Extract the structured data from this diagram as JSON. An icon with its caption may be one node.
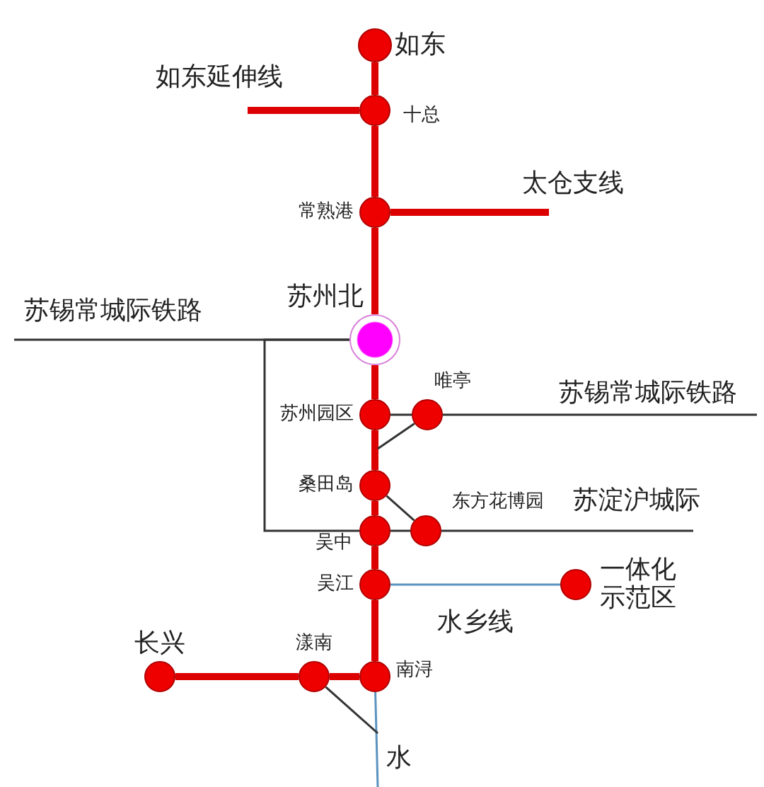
{
  "diagram": {
    "nodes": [
      {
        "text": [],
        "shape": "circle",
        "beside": [
          "如东"
        ]
      },
      {
        "text": [],
        "shape": "circle",
        "beside": [
          "十总"
        ]
      },
      {
        "text": [],
        "shape": "circle",
        "beside": [
          "常熟港"
        ]
      },
      {
        "text": [],
        "shape": "circle",
        "beside": [
          "苏州北"
        ]
      },
      {
        "text": [],
        "shape": "circle",
        "beside": [
          "苏州园区"
        ]
      },
      {
        "text": [],
        "shape": "circle",
        "beside": [
          "唯亭"
        ]
      },
      {
        "text": [],
        "shape": "circle",
        "beside": [
          "桑田岛"
        ]
      },
      {
        "text": [],
        "shape": "circle",
        "beside": [
          "吴中"
        ]
      },
      {
        "text": [],
        "shape": "circle",
        "beside": [
          "东方花博园"
        ]
      },
      {
        "text": [],
        "shape": "circle",
        "beside": [
          "吴江"
        ]
      },
      {
        "text": [],
        "shape": "circle",
        "beside": [
          "一体化示范区"
        ]
      },
      {
        "text": [],
        "shape": "circle",
        "beside": [
          "长兴"
        ]
      },
      {
        "text": [],
        "shape": "circle",
        "beside": [
          "漾南"
        ]
      },
      {
        "text": [],
        "shape": "circle",
        "beside": [
          "南浔"
        ]
      }
    ],
    "edges": [
      {
        "from": 0,
        "to": 1,
        "arrow": "none"
      },
      {
        "from": 1,
        "to": 2,
        "arrow": "none"
      },
      {
        "from": 2,
        "to": 3,
        "arrow": "none"
      },
      {
        "from": 3,
        "to": 4,
        "arrow": "none"
      },
      {
        "from": 4,
        "to": 6,
        "arrow": "none"
      },
      {
        "from": 6,
        "to": 7,
        "arrow": "none"
      },
      {
        "from": 7,
        "to": 9,
        "arrow": "none"
      },
      {
        "from": 9,
        "to": 13,
        "arrow": "none"
      },
      {
        "from": 13,
        "to": 12,
        "arrow": "none"
      },
      {
        "from": 12,
        "to": 11,
        "arrow": "none"
      },
      {
        "from": 1,
        "to": null,
        "arrow": "none",
        "label": "如东延伸线"
      },
      {
        "from": 2,
        "to": null,
        "arrow": "none",
        "label": "太仓支线"
      },
      {
        "from": 3,
        "to": null,
        "arrow": "none",
        "color": "#333333",
        "label": "苏锡常城际铁路"
      },
      {
        "from": 3,
        "to": 7,
        "arrow": "none",
        "color": "#333333"
      },
      {
        "from": 4,
        "to": 5,
        "arrow": "none",
        "color": "#333333"
      },
      {
        "from": 5,
        "to": null,
        "arrow": "none",
        "color": "#333333",
        "label": "苏锡常城际铁路"
      },
      {
        "from": 5,
        "to": null,
        "arrow": "none",
        "color": "#333333"
      },
      {
        "from": 6,
        "to": 8,
        "arrow": "none",
        "color": "#333333"
      },
      {
        "from": 7,
        "to": 8,
        "arrow": "none",
        "color": "#333333"
      },
      {
        "from": 8,
        "to": null,
        "arrow": "none",
        "color": "#333333",
        "label": "苏淀沪城际"
      },
      {
        "from": 9,
        "to": 10,
        "arrow": "none",
        "color": "#5b93bf",
        "label": "水乡线"
      },
      {
        "from": 13,
        "to": null,
        "arrow": "none",
        "color": "#5b93bf",
        "label": "水"
      },
      {
        "from": 12,
        "to": null,
        "arrow": "none",
        "color": "#333333"
      }
    ]
  }
}
